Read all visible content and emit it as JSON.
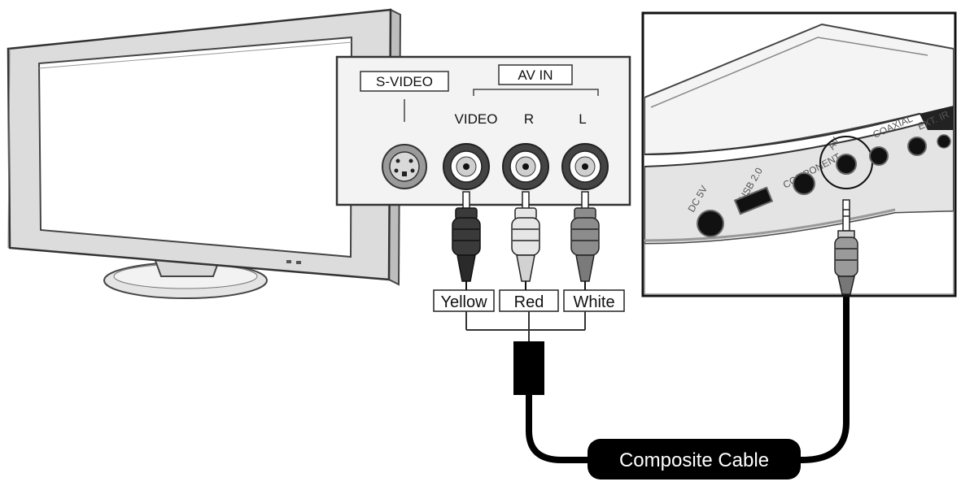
{
  "tv_panel": {
    "svideo_label": "S-VIDEO",
    "av_in_label": "AV IN",
    "video_label": "VIDEO",
    "r_label": "R",
    "l_label": "L"
  },
  "plugs": {
    "yellow_label": "Yellow",
    "red_label": "Red",
    "white_label": "White"
  },
  "player_ports": {
    "dc": "DC 5V",
    "usb": "USB 2.0",
    "component": "COMPONENT",
    "av": "AV",
    "coaxial": "COAXIAL",
    "ext_ir": "EXT. IR"
  },
  "cable": {
    "label": "Composite Cable"
  }
}
